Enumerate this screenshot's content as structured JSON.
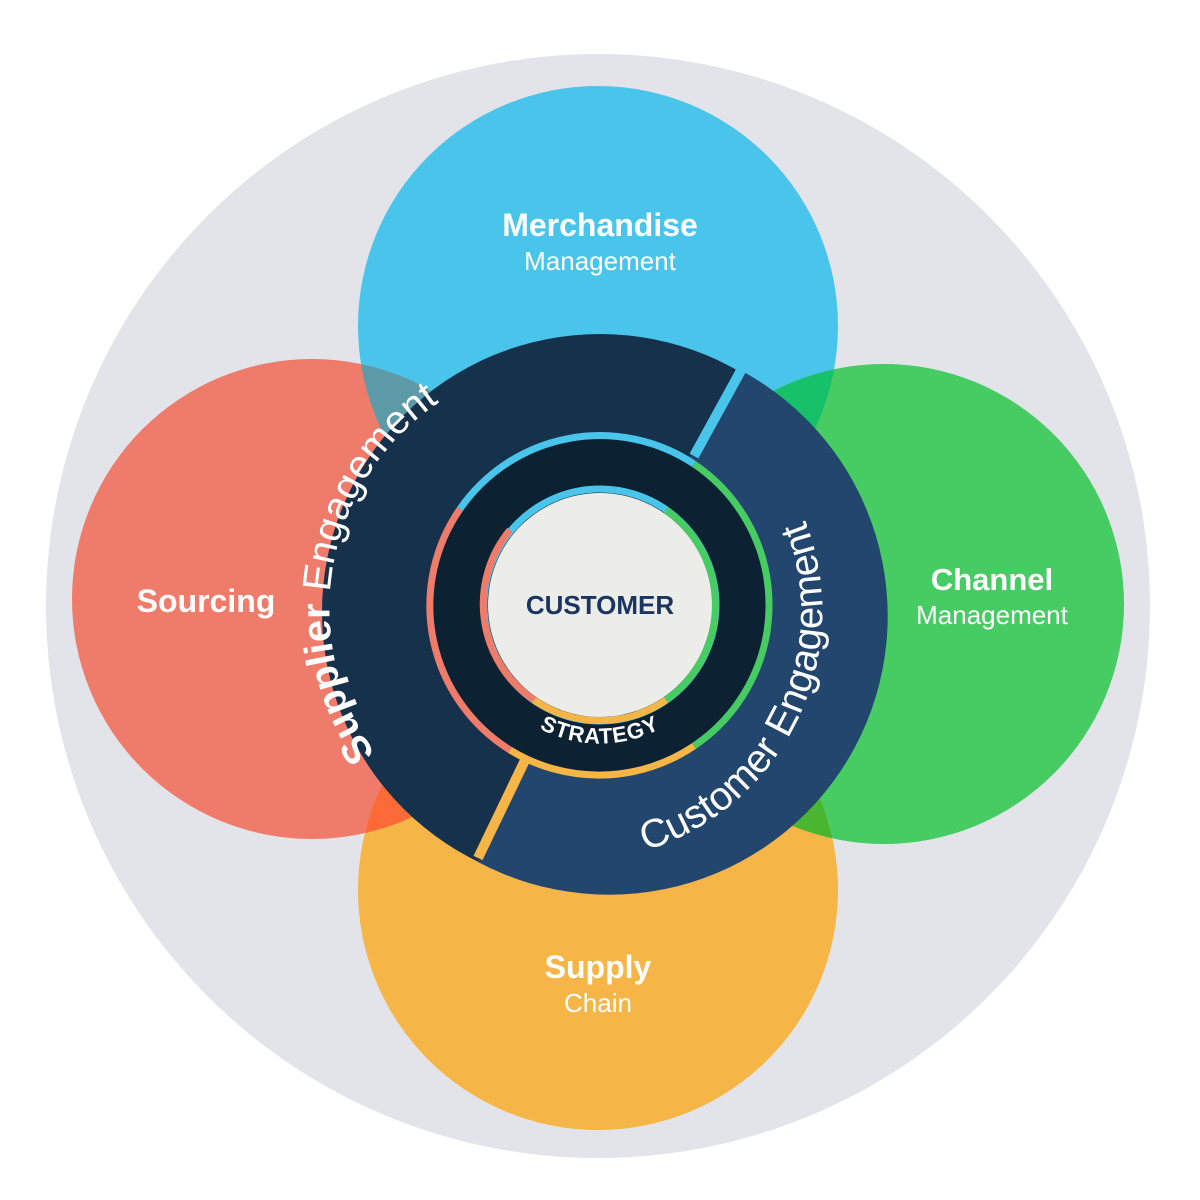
{
  "circles": {
    "merchandise": {
      "title": "Merchandise",
      "subtitle": "Management",
      "color": "#49c5eb"
    },
    "sourcing": {
      "title": "Sourcing",
      "color": "#ef7b6b"
    },
    "channel": {
      "title": "Channel",
      "subtitle": "Management",
      "color": "#47cb63"
    },
    "supply": {
      "title": "Supply",
      "subtitle": "Chain",
      "color": "#f6b547"
    }
  },
  "ring": {
    "supplier_bold": "Supplier",
    "supplier_reg": " Engagement",
    "customer_reg": "Customer Engagement",
    "supplier_color": "#15314b",
    "customer_color": "#22466d"
  },
  "inner": {
    "strategy": "STRATEGY",
    "center": "CUSTOMER",
    "dark_color": "#0c2232",
    "center_color": "#ecece9",
    "center_text_color": "#1a3560"
  },
  "background_color": "#e2e4ea"
}
